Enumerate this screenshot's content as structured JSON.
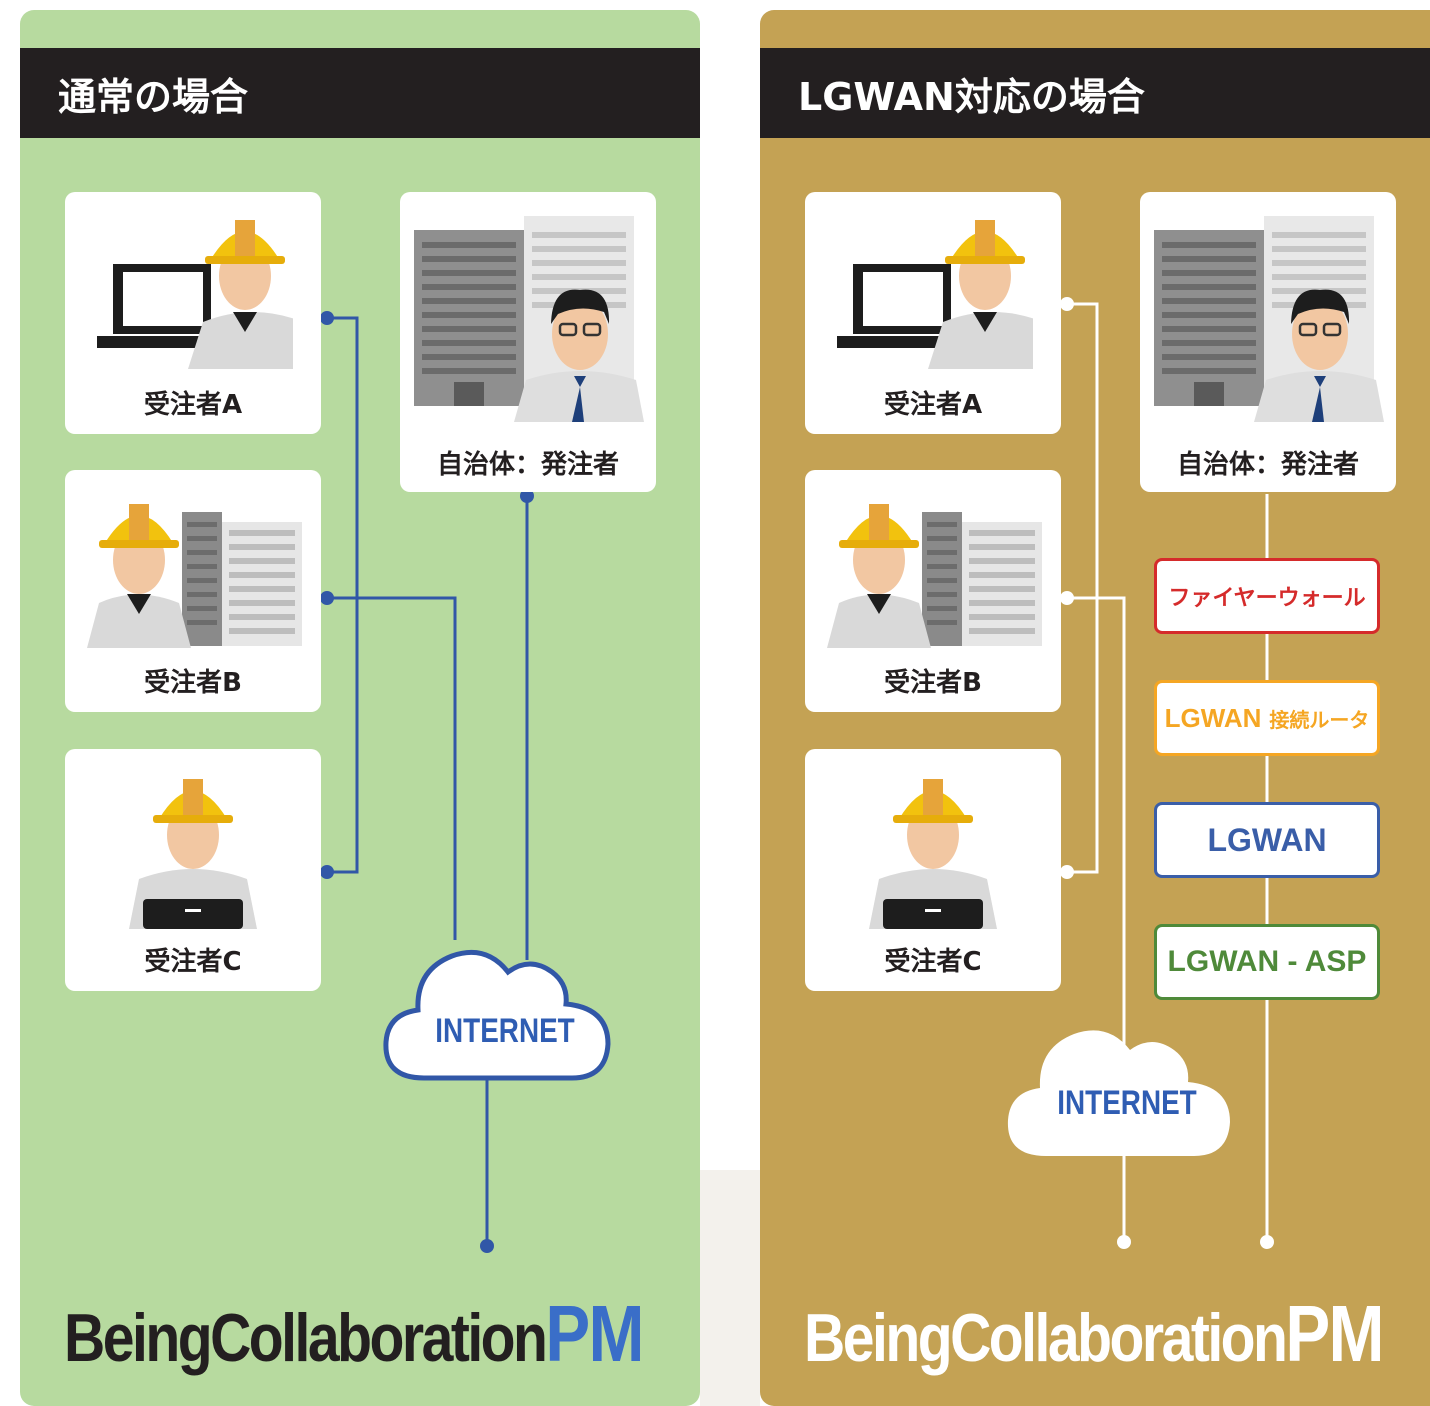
{
  "left": {
    "title": "通常の場合",
    "contractor_a": "受注者A",
    "contractor_b": "受注者B",
    "contractor_c": "受注者C",
    "municipality": "自治体：発注者",
    "internet": "INTERNET",
    "logo_text": "BeingCollaboration",
    "logo_pm": "PM",
    "line_color": "#3157a7"
  },
  "right": {
    "title": "LGWAN対応の場合",
    "contractor_a": "受注者A",
    "contractor_b": "受注者B",
    "contractor_c": "受注者C",
    "municipality": "自治体：発注者",
    "firewall": "ファイヤーウォール",
    "router_lgwan": "LGWAN",
    "router_suffix": "接続ルータ",
    "lgwan": "LGWAN",
    "lgwan_asp": "LGWAN - ASP",
    "internet": "INTERNET",
    "logo_text": "BeingCollaboration",
    "logo_pm": "PM",
    "line_color": "#ffffff"
  },
  "colors": {
    "left_bg": "#b7da9f",
    "right_bg": "#c4a254",
    "header_bg": "#231f20",
    "firewall": "#d52b2b",
    "router": "#f5a623",
    "lgwan": "#3a5ea8",
    "lgwan_asp": "#4f8a3a"
  },
  "icons": [
    "construction-worker-icon",
    "laptop-icon",
    "office-building-icon",
    "businessman-icon",
    "cloud-icon"
  ]
}
